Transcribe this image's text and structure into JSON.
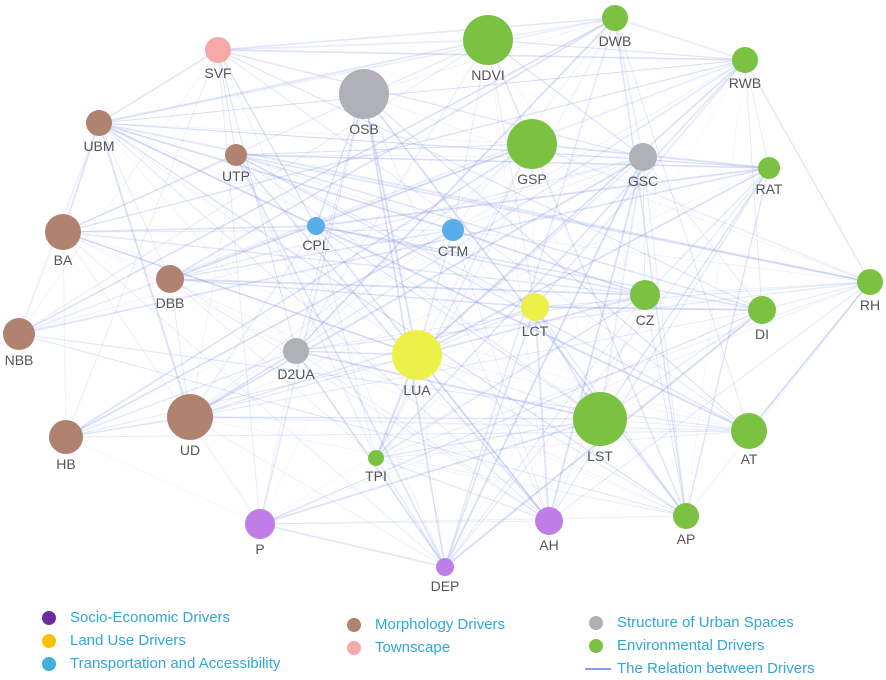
{
  "colors": {
    "socio": "#6a2ca0",
    "landuse": "#ffc000",
    "transport": "#3fb0d8",
    "morphology": "#b08270",
    "townscape": "#f7a8a8",
    "structure": "#b0b0b8",
    "environment": "#7cc242",
    "relation": "#8c9ee8",
    "socio_node": "#c07de8",
    "transport_node": "#5aaee8",
    "landuse_node": "#eef04a",
    "legend_text": "#2fa8d8"
  },
  "legend": [
    {
      "key": "socio",
      "label": "Socio-Economic Drivers"
    },
    {
      "key": "landuse",
      "label": "Land Use Drivers"
    },
    {
      "key": "transport",
      "label": "Transportation and Accessibility"
    },
    {
      "key": "morphology",
      "label": "Morphology Drivers"
    },
    {
      "key": "townscape",
      "label": "Townscape"
    },
    {
      "key": "structure",
      "label": "Structure of Urban Spaces"
    },
    {
      "key": "environment",
      "label": "Environmental Drivers"
    },
    {
      "key": "relation",
      "label": "The Relation between Drivers"
    }
  ],
  "nodes": [
    {
      "id": "SVF",
      "group": "townscape",
      "size": "small"
    },
    {
      "id": "NDVI",
      "group": "environment",
      "size": "large"
    },
    {
      "id": "DWB",
      "group": "environment",
      "size": "small"
    },
    {
      "id": "RWB",
      "group": "environment",
      "size": "small"
    },
    {
      "id": "UBM",
      "group": "morphology",
      "size": "small"
    },
    {
      "id": "OSB",
      "group": "structure",
      "size": "large"
    },
    {
      "id": "UTP",
      "group": "morphology",
      "size": "small"
    },
    {
      "id": "GSP",
      "group": "environment",
      "size": "large"
    },
    {
      "id": "GSC",
      "group": "structure",
      "size": "small"
    },
    {
      "id": "RAT",
      "group": "environment",
      "size": "small"
    },
    {
      "id": "BA",
      "group": "morphology",
      "size": "medium"
    },
    {
      "id": "CPL",
      "group": "transport",
      "size": "small"
    },
    {
      "id": "CTM",
      "group": "transport",
      "size": "small"
    },
    {
      "id": "RH",
      "group": "environment",
      "size": "small"
    },
    {
      "id": "DBB",
      "group": "morphology",
      "size": "small"
    },
    {
      "id": "LCT",
      "group": "landuse",
      "size": "small"
    },
    {
      "id": "CZ",
      "group": "environment",
      "size": "small"
    },
    {
      "id": "DI",
      "group": "environment",
      "size": "small"
    },
    {
      "id": "NBB",
      "group": "morphology",
      "size": "medium"
    },
    {
      "id": "D2UA",
      "group": "structure",
      "size": "small"
    },
    {
      "id": "LUA",
      "group": "landuse",
      "size": "large"
    },
    {
      "id": "UD",
      "group": "morphology",
      "size": "large"
    },
    {
      "id": "LST",
      "group": "environment",
      "size": "large"
    },
    {
      "id": "AT",
      "group": "environment",
      "size": "medium"
    },
    {
      "id": "HB",
      "group": "morphology",
      "size": "medium"
    },
    {
      "id": "TPI",
      "group": "environment",
      "size": "small"
    },
    {
      "id": "P",
      "group": "socio",
      "size": "small"
    },
    {
      "id": "AH",
      "group": "socio",
      "size": "small"
    },
    {
      "id": "AP",
      "group": "environment",
      "size": "small"
    },
    {
      "id": "DEP",
      "group": "socio",
      "size": "small"
    }
  ]
}
